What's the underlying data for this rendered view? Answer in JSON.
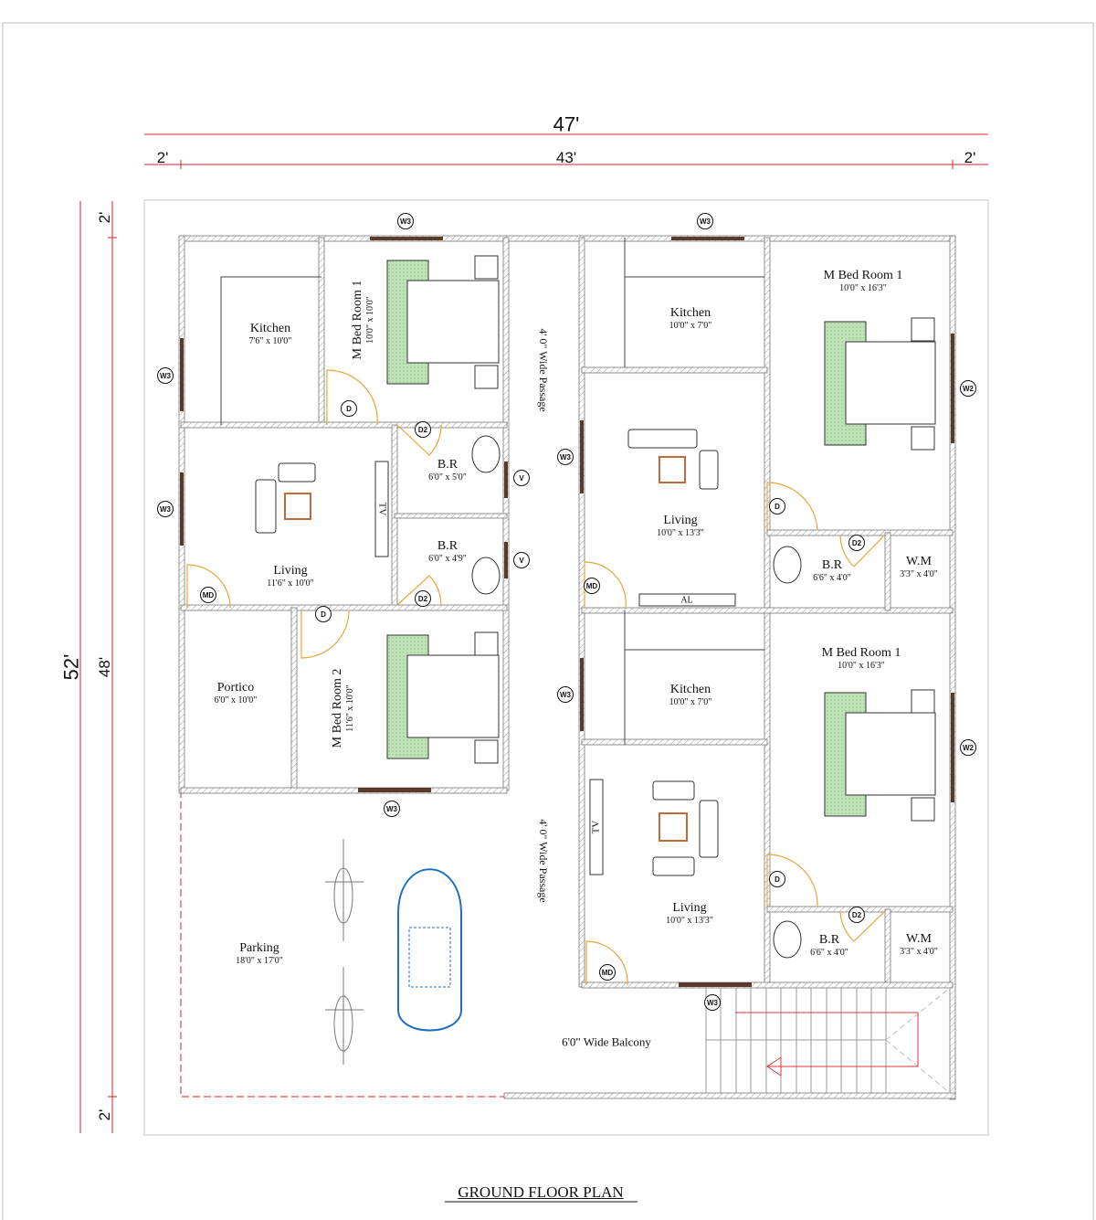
{
  "dimensions": {
    "total_width": "47'",
    "inner_width": "43'",
    "left_margin": "2'",
    "right_margin": "2'",
    "total_depth": "52'",
    "inner_depth": "48'",
    "top_margin": "2'",
    "bottom_margin": "2'"
  },
  "rooms": {
    "kitchen_a": {
      "name": "Kitchen",
      "size": "7'6\" x 10'0\""
    },
    "mbed_a": {
      "name": "M Bed Room  1",
      "size": "10'0\" x 10'0\""
    },
    "living_a": {
      "name": "Living",
      "size": "11'6\" x 10'0\""
    },
    "br_a1": {
      "name": "B.R",
      "size": "6'0\" x 5'0\""
    },
    "br_a2": {
      "name": "B.R",
      "size": "6'0\" x 4'9\""
    },
    "portico": {
      "name": "Portico",
      "size": "6'0\" x 10'0\""
    },
    "mbed_a2": {
      "name": "M Bed Room  2",
      "size": "11'6\" x 10'0\""
    },
    "parking": {
      "name": "Parking",
      "size": "18'0\" x 17'0\""
    },
    "passage_1": {
      "name": "4' 0\" Wide Passage"
    },
    "passage_2": {
      "name": "4' 0\" Wide Passage"
    },
    "kitchen_b": {
      "name": "Kitchen",
      "size": "10'0\" x 7'0\""
    },
    "mbed_b": {
      "name": "M Bed Room  1",
      "size": "10'0\" x 16'3\""
    },
    "living_b": {
      "name": "Living",
      "size": "10'0\" x 13'3\""
    },
    "br_b": {
      "name": "B.R",
      "size": "6'6\" x 4'0\""
    },
    "wm_b": {
      "name": "W.M",
      "size": "3'3\" x 4'0\""
    },
    "kitchen_c": {
      "name": "Kitchen",
      "size": "10'0\" x 7'0\""
    },
    "mbed_c": {
      "name": "M Bed Room  1",
      "size": "10'0\" x 16'3\""
    },
    "living_c": {
      "name": "Living",
      "size": "10'0\" x 13'3\""
    },
    "br_c": {
      "name": "B.R",
      "size": "6'6\" x 4'0\""
    },
    "wm_c": {
      "name": "W.M",
      "size": "3'3\" x 4'0\""
    },
    "balcony": {
      "name": "6'0\"  Wide Balcony"
    }
  },
  "fixtures": {
    "tv": "TV",
    "al": "AL"
  },
  "tags": {
    "w3": "W3",
    "w2": "W2",
    "v": "V",
    "d": "D",
    "d2": "D2",
    "md": "MD"
  },
  "title": "GROUND FLOOR PLAN",
  "colors": {
    "dimension": "#d9202a",
    "wall_hatch": "#8a8a8a",
    "door": "#e8a53a",
    "window": "#5a3a2a",
    "bed_green": "#a9d6a3",
    "car": "#1f6fc0",
    "stair_arrow": "#e0353a"
  }
}
